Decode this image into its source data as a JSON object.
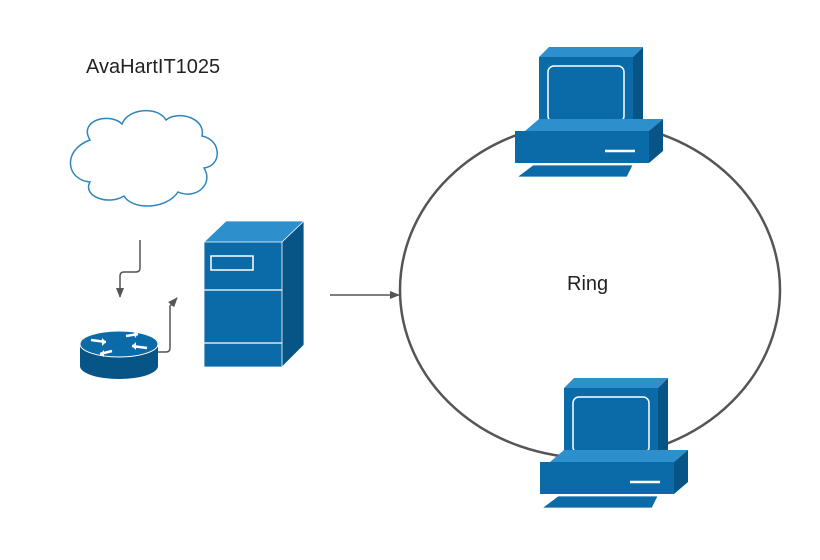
{
  "diagram": {
    "author_label": "AvaHartIT1025",
    "ring_label": "Ring"
  },
  "nodes": [
    {
      "id": "internet",
      "icon": "cloud-icon"
    },
    {
      "id": "router",
      "icon": "router-icon"
    },
    {
      "id": "server",
      "icon": "server-tower-icon"
    },
    {
      "id": "workstation-top",
      "icon": "desktop-computer-icon"
    },
    {
      "id": "workstation-bottom",
      "icon": "desktop-computer-icon"
    }
  ],
  "edges": [
    {
      "from": "internet",
      "to": "router"
    },
    {
      "from": "router",
      "to": "server"
    },
    {
      "from": "server",
      "to": "ring"
    }
  ],
  "colors": {
    "device_blue": "#0b6aa8",
    "device_dark": "#075486",
    "cloud_outline": "#2f85bd",
    "line": "#555555",
    "text": "#222222"
  }
}
